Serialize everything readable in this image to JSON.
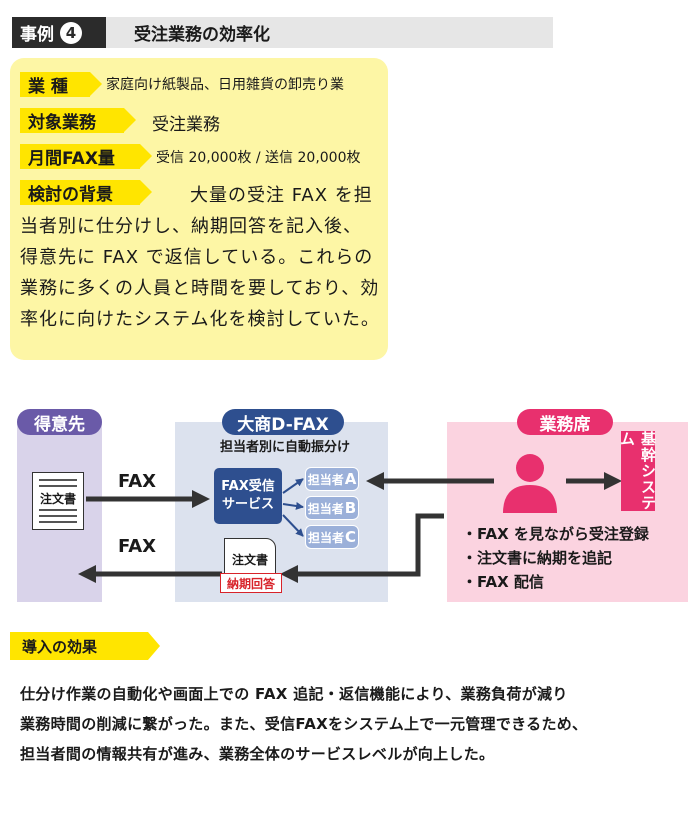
{
  "header": {
    "badge_label": "事例",
    "badge_number": "4",
    "title": "受注業務の効率化"
  },
  "info": {
    "industry_label": "業 種",
    "industry_value": "家庭向け紙製品、日用雑貨の卸売り業",
    "target_label": "対象業務",
    "target_value": "受注業務",
    "volume_label": "月間FAX量",
    "volume_value": "受信 20,000枚 / 送信 20,000枚",
    "background_label": "検討の背景",
    "background_text": "大量の受注 FAX を担当者別に仕分けし、納期回答を記入後、得意先に FAX で返信している。これらの業務に多くの人員と時間を要しており、効率化に向けたシステム化を検討していた。"
  },
  "diagram": {
    "customer_label": "得意先",
    "dfax_label": "大商D-FAX",
    "dept_label": "業務席",
    "auto_sort_label": "担当者別に自動振分け",
    "order_doc": "注文書",
    "fax_top": "FAX",
    "fax_bottom": "FAX",
    "fax_receive_line1": "FAX受信",
    "fax_receive_line2": "サービス",
    "staff_prefix": "担当者",
    "staff": [
      "A",
      "B",
      "C"
    ],
    "reply_doc": "注文書",
    "reply_stamp": "納期回答",
    "core_system": "基幹システム",
    "tasks": [
      "・FAX を見ながら受注登録",
      "・注文書に納期を追記",
      "・FAX 配信"
    ],
    "colors": {
      "customer": "#d9d3ea",
      "customer_pill": "#6a5aa8",
      "dfax": "#dce2ee",
      "dfax_pill": "#2e4f8f",
      "dept": "#fbd3e0",
      "dept_pill": "#e8306e"
    }
  },
  "result": {
    "label": "導入の効果",
    "lines": [
      "仕分け作業の自動化や画面上での FAX 追記・返信機能により、業務負荷が減り",
      "業務時間の削減に繋がった。また、受信FAXをシステム上で一元管理できるため、",
      "担当者間の情報共有が進み、業務全体のサービスレベルが向上した。"
    ]
  }
}
